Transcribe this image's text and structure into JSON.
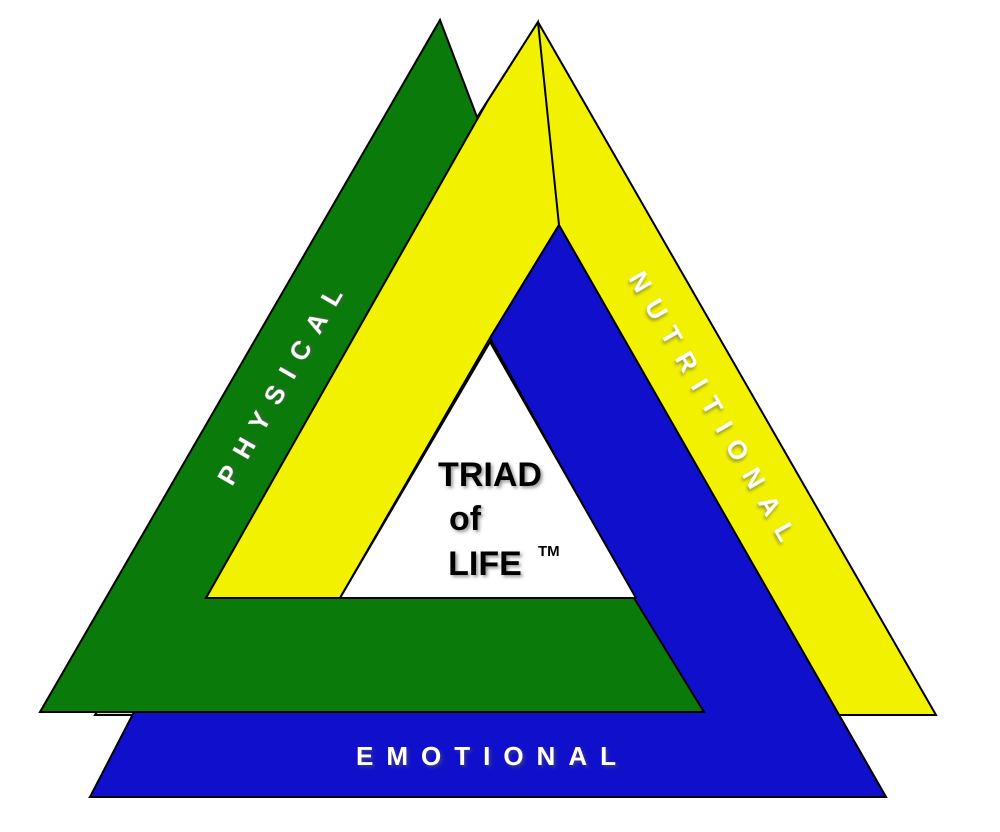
{
  "center": {
    "line1": "TRIAD",
    "line2": "of",
    "line3": "LIFE",
    "trademark": "TM"
  },
  "bands": {
    "physical": {
      "label": "PHYSICAL",
      "color": "#0a7a0a"
    },
    "nutritional": {
      "label": "NUTRITIONAL",
      "color": "#f2f200"
    },
    "emotional": {
      "label": "EMOTIONAL",
      "color": "#1010cc"
    }
  },
  "colors": {
    "outline": "#000000",
    "background": "#ffffff",
    "center_fill": "#ffffff",
    "label_text": "#ffffff"
  }
}
